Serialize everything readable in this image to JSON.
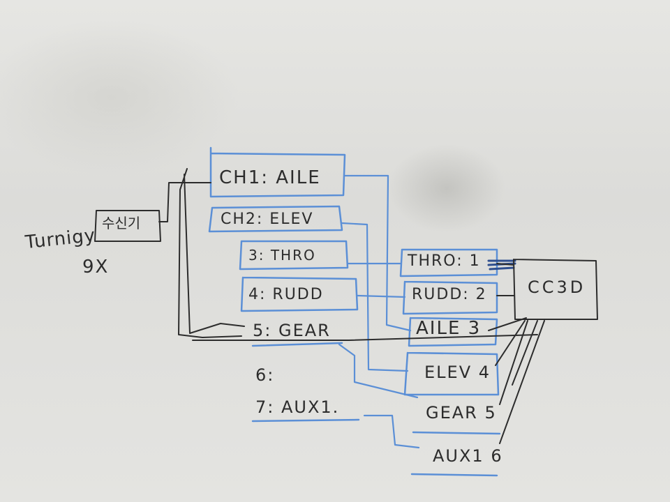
{
  "transmitter": {
    "brand": "Turnigy",
    "model": "9X",
    "receiver_label": "수신기"
  },
  "receiver_channels": [
    {
      "label": "CH1: AILE"
    },
    {
      "label": "CH2: ELEV"
    },
    {
      "label": "3: THRO"
    },
    {
      "label": "4: RUDD"
    },
    {
      "label": "5: GEAR"
    },
    {
      "label": "6:"
    },
    {
      "label": "7: AUX1."
    }
  ],
  "controller": {
    "name": "CC3D",
    "inputs": [
      {
        "label": "THRO: 1"
      },
      {
        "label": "RUDD: 2"
      },
      {
        "label": "AILE 3"
      },
      {
        "label": "ELEV 4"
      },
      {
        "label": "GEAR 5"
      },
      {
        "label": "AUX1 6"
      }
    ]
  },
  "colors": {
    "marker_black": "#2c2c2c",
    "marker_blue": "#5b8fd6",
    "marker_blue_dark": "#2f4f8f"
  }
}
